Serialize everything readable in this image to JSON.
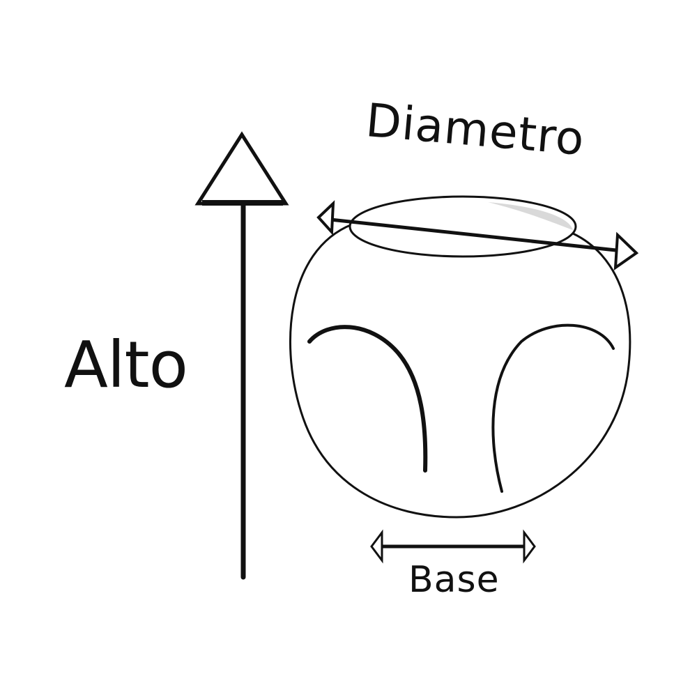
{
  "labels": {
    "height": "Alto",
    "diameter": "Diametro",
    "base": "Base"
  },
  "colors": {
    "stroke": "#111111",
    "background": "#ffffff",
    "rim_highlight": "#d9d9d9"
  }
}
